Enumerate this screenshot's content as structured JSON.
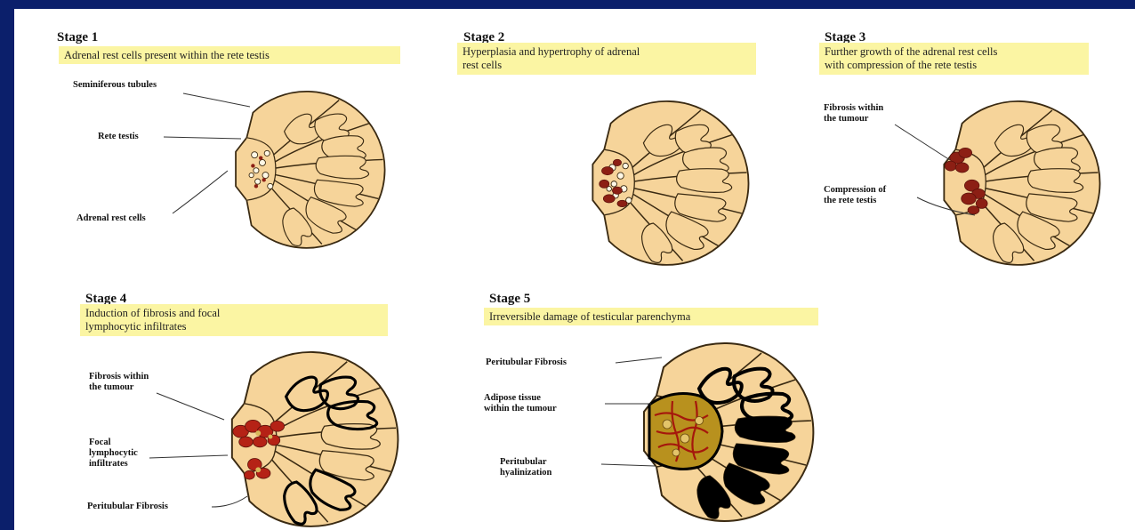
{
  "colors": {
    "background": "#0b1f6b",
    "slide": "#ffffff",
    "caption_highlight": "#fbf5a3",
    "tissue": "#f6d49a",
    "outline": "#3a2a12",
    "adrenal_rest": "#8c1f14",
    "fibrosis": "#000000",
    "adipose": "#d8b85a"
  },
  "stages": [
    {
      "title": "Stage 1",
      "caption": "Adrenal rest cells present within the rete testis",
      "labels": [
        "Seminiferous tubules",
        "Rete testis",
        "Adrenal rest cells"
      ]
    },
    {
      "title": "Stage 2",
      "caption": "Hyperplasia and hypertrophy of adrenal\nrest cells",
      "labels": []
    },
    {
      "title": "Stage 3",
      "caption": "Further growth of the adrenal rest cells\nwith compression of the rete testis",
      "labels": [
        "Fibrosis within\nthe tumour",
        "Compression of\nthe rete testis"
      ]
    },
    {
      "title": "Stage 4",
      "caption": "Induction of fibrosis and focal\nlymphocytic infiltrates",
      "labels": [
        "Fibrosis within\nthe tumour",
        "Focal\nlymphocytic\ninfiltrates",
        "Peritubular Fibrosis"
      ]
    },
    {
      "title": "Stage 5",
      "caption": "Irreversible damage of testicular parenchyma",
      "labels": [
        "Peritubular Fibrosis",
        "Adipose tissue\nwithin the tumour",
        "Peritubular\nhyalinization"
      ]
    }
  ]
}
